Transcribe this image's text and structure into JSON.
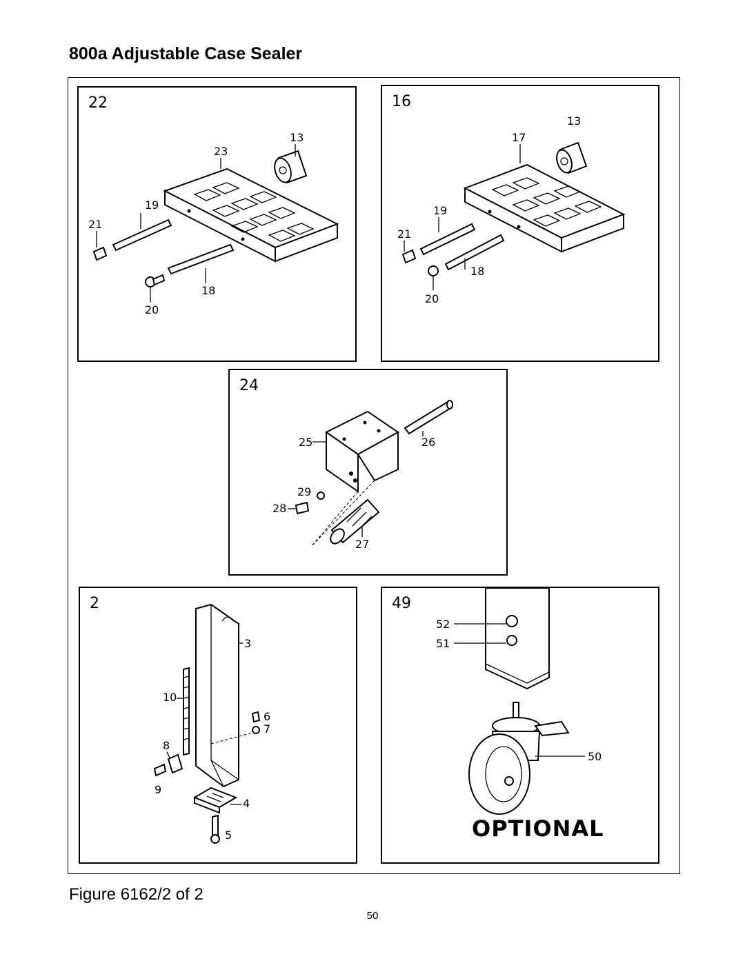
{
  "page_title": "800a Adjustable Case Sealer",
  "figure_caption": "Figure 6162/2 of 2",
  "page_number": "50",
  "panels": {
    "p22": {
      "label": "22",
      "callouts": {
        "c13": "13",
        "c23": "23",
        "c19": "19",
        "c21": "21",
        "c18": "18",
        "c20": "20"
      }
    },
    "p16": {
      "label": "16",
      "callouts": {
        "c13": "13",
        "c17": "17",
        "c19": "19",
        "c21": "21",
        "c18": "18",
        "c20": "20"
      }
    },
    "p24": {
      "label": "24",
      "callouts": {
        "c25": "25",
        "c26": "26",
        "c29": "29",
        "c28": "28",
        "c27": "27"
      }
    },
    "p2": {
      "label": "2",
      "callouts": {
        "c3": "3",
        "c10": "10",
        "c6": "6",
        "c7": "7",
        "c8": "8",
        "c9": "9",
        "c4": "4",
        "c5": "5"
      }
    },
    "p49": {
      "label": "49",
      "optional": "OPTIONAL",
      "callouts": {
        "c52": "52",
        "c51": "51",
        "c50": "50"
      }
    }
  }
}
